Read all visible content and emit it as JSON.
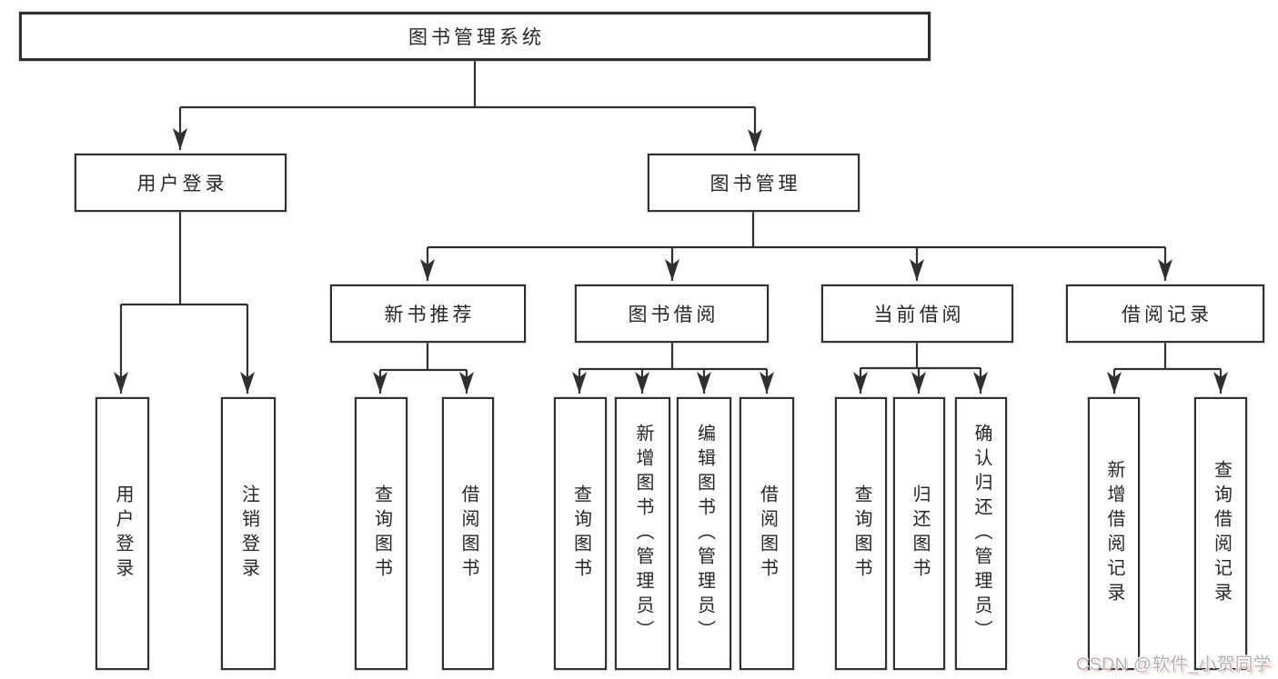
{
  "diagram": {
    "title": "图书管理系统",
    "root": {
      "label": "图书管理系统"
    },
    "level2": [
      {
        "label": "用户登录"
      },
      {
        "label": "图书管理"
      }
    ],
    "level3": [
      {
        "label": "新书推荐"
      },
      {
        "label": "图书借阅"
      },
      {
        "label": "当前借阅"
      },
      {
        "label": "借阅记录"
      }
    ],
    "leaves": [
      {
        "label": "用户登录",
        "parent": "用户登录"
      },
      {
        "label": "注销登录",
        "parent": "用户登录"
      },
      {
        "label": "查询图书",
        "parent": "新书推荐"
      },
      {
        "label": "借阅图书",
        "parent": "新书推荐"
      },
      {
        "label": "查询图书",
        "parent": "图书借阅"
      },
      {
        "label": "新增图书（管理员）",
        "parent": "图书借阅"
      },
      {
        "label": "编辑图书（管理员）",
        "parent": "图书借阅"
      },
      {
        "label": "借阅图书",
        "parent": "图书借阅"
      },
      {
        "label": "查询图书",
        "parent": "当前借阅"
      },
      {
        "label": "归还图书",
        "parent": "当前借阅"
      },
      {
        "label": "确认归还（管理员）",
        "parent": "当前借阅"
      },
      {
        "label": "新增借阅记录",
        "parent": "借阅记录"
      },
      {
        "label": "查询借阅记录",
        "parent": "借阅记录"
      }
    ]
  },
  "watermark": {
    "text": "CSDN @软件_小贺同学"
  },
  "colors": {
    "line": "#303030",
    "box_border": "#303030",
    "text": "#262626",
    "watermark": "#b2b2b2",
    "background": "#ffffff"
  }
}
